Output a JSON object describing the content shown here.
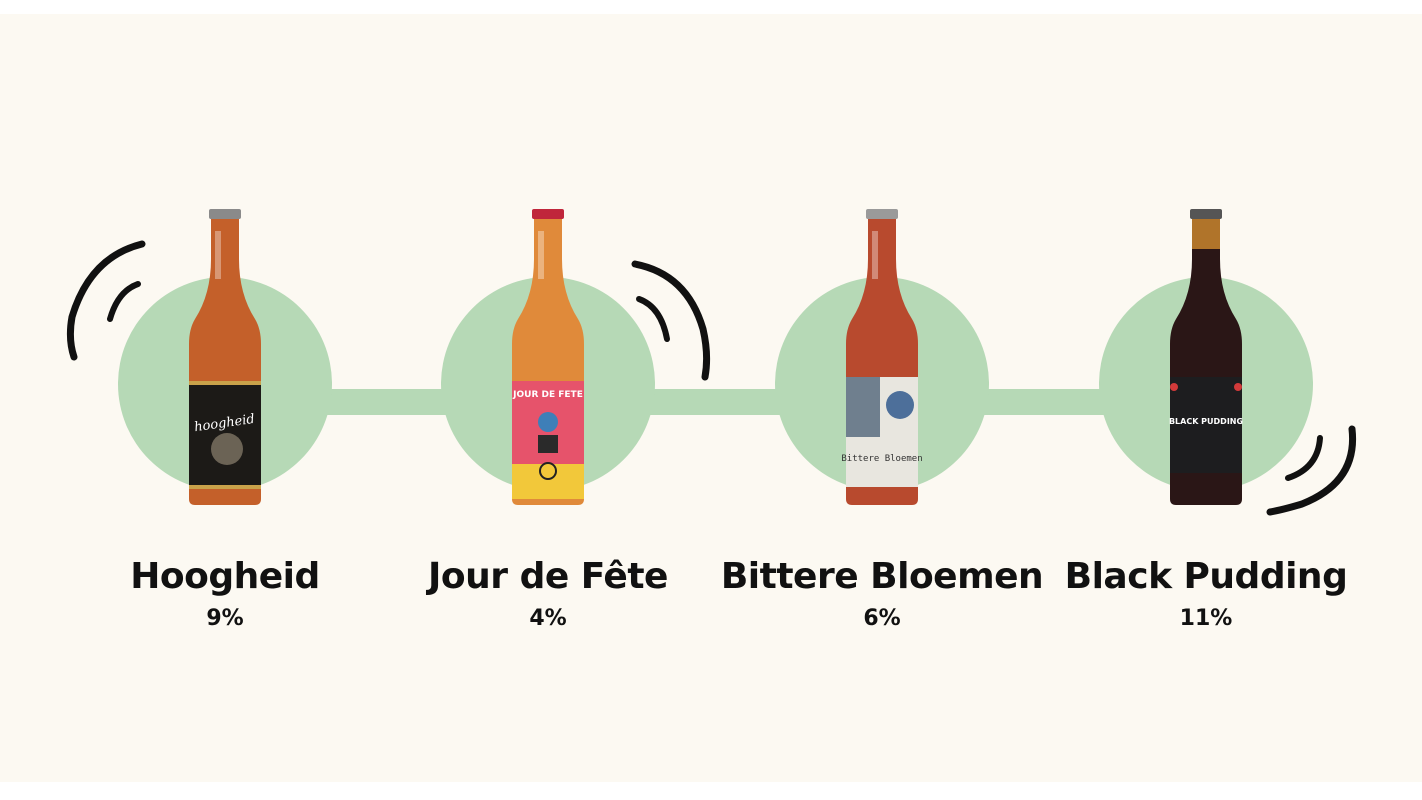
{
  "colors": {
    "background": "#fcf9f2",
    "accent_green": "#b6d9b6",
    "text": "#111111"
  },
  "products": [
    {
      "name": "Hoogheid",
      "abv": "9%",
      "label_text": "hoogheid",
      "cap_color": "#8a8a8a",
      "liquid_color": "#c4602a",
      "label_color": "#1c1a17",
      "label_accent": "#c9a24a"
    },
    {
      "name": "Jour de Fête",
      "abv": "4%",
      "label_text": "JOUR DE FETE",
      "cap_color": "#c0263b",
      "liquid_color": "#e08a3a",
      "label_color": "#e6536b",
      "label_accent": "#f2c83a"
    },
    {
      "name": "Bittere Bloemen",
      "abv": "6%",
      "label_text": "Bittere Bloemen",
      "cap_color": "#9a9a9a",
      "liquid_color": "#b84a2e",
      "label_color": "#e8e6df",
      "label_accent": "#4d6f9a"
    },
    {
      "name": "Black Pudding",
      "abv": "11%",
      "label_text": "BLACK PUDDING",
      "cap_color": "#555555",
      "liquid_color": "#2a1616",
      "label_color": "#1d1d1f",
      "label_accent": "#d23a3a"
    }
  ]
}
